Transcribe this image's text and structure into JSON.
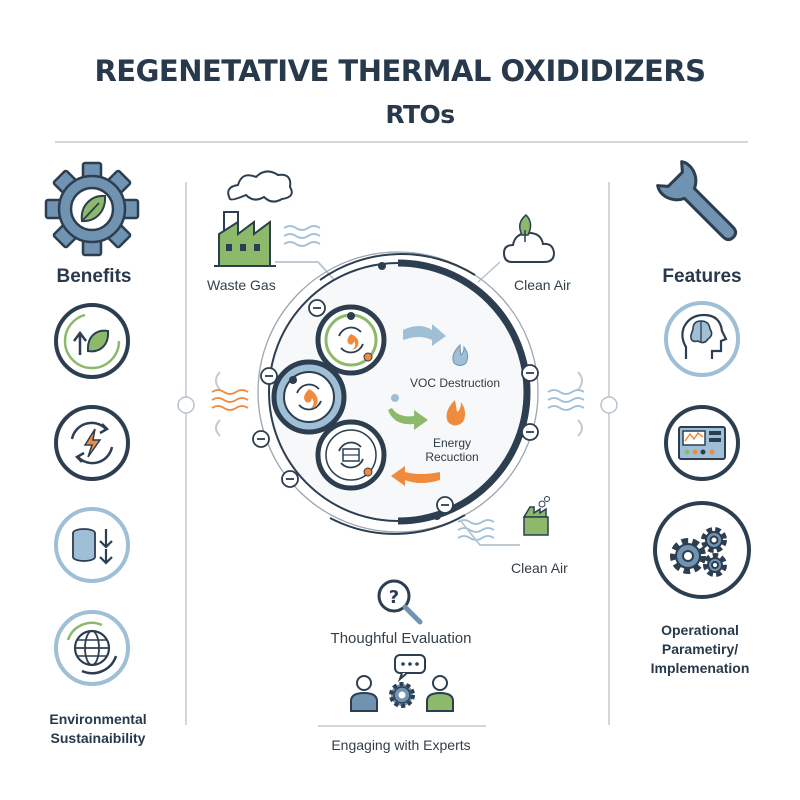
{
  "title": {
    "line1": "REGENETATIVE THERMAL OXIDIDIZERS",
    "line2": "RTOs"
  },
  "left": {
    "heading": "Benefits",
    "footer_line1": "Environmental",
    "footer_line2": "Sustainaibility"
  },
  "right": {
    "heading": "Features",
    "footer_line1": "Operational",
    "footer_line2": "Parametiry/",
    "footer_line3": "Implemenation"
  },
  "center": {
    "waste_gas": "Waste Gas",
    "clean_air_top": "Clean Air",
    "clean_air_bottom": "Clean Air",
    "voc": "VOC Destruction",
    "energy_line1": "Energy",
    "energy_line2": "Recuction",
    "evaluation": "Thoughful Evaluation",
    "experts": "Engaging with Experts"
  },
  "colors": {
    "navy": "#2c3e50",
    "steel_blue": "#6f93b1",
    "green": "#8cba6a",
    "orange": "#f08a3c",
    "light_blue": "#9fbfd7",
    "gray_line": "#b8c3cc"
  },
  "icons": {
    "benefits_gear": "gear-leaf-icon",
    "features_tool": "wrench-icon"
  }
}
